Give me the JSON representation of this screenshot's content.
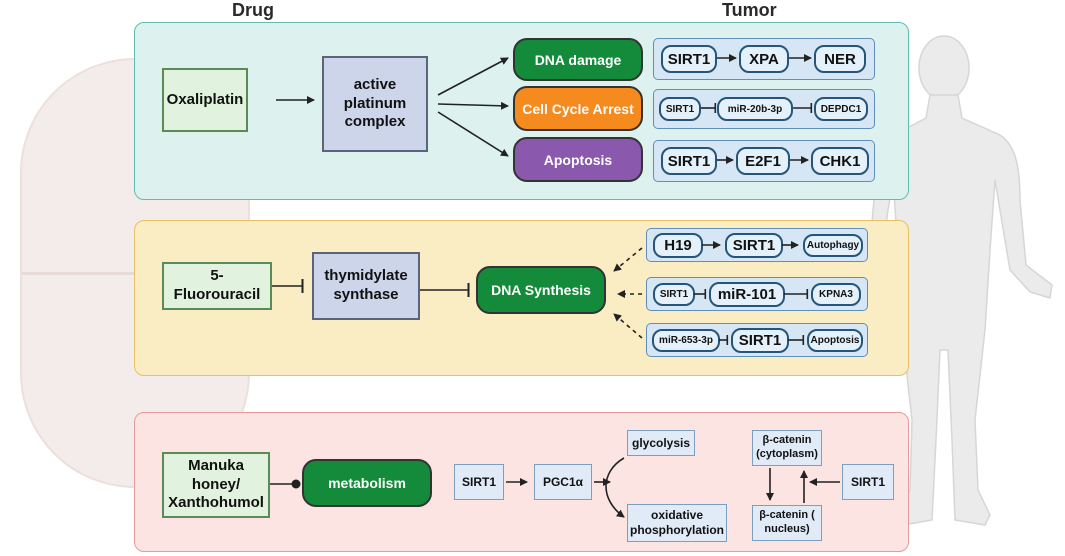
{
  "headers": {
    "drug": "Drug",
    "tumor": "Tumor"
  },
  "panel1": {
    "drug": "Oxaliplatin",
    "intermediate": "active platinum complex",
    "effects": [
      "DNA damage",
      "Cell Cycle Arrest",
      "Apoptosis"
    ],
    "pathway1": [
      "SIRT1",
      "XPA",
      "NER"
    ],
    "pathway2": [
      "SIRT1",
      "miR-20b-3p",
      "DEPDC1"
    ],
    "pathway3": [
      "SIRT1",
      "E2F1",
      "CHK1"
    ]
  },
  "panel2": {
    "drug": "5-\nFluorouracil",
    "intermediate": "thymidylate synthase",
    "effect": "DNA Synthesis",
    "pathway1": [
      "H19",
      "SIRT1",
      "Autophagy"
    ],
    "pathway2": [
      "SIRT1",
      "miR-101",
      "KPNA3"
    ],
    "pathway3": [
      "miR-653-3p",
      "SIRT1",
      "Apoptosis"
    ]
  },
  "panel3": {
    "drug": "Manuka honey/ Xanthohumol",
    "effect": "metabolism",
    "sirt1_left": "SIRT1",
    "pgc": "PGC1α",
    "glycolysis": "glycolysis",
    "oxphos": "oxidative phosphorylation",
    "bcat_cyto": "β-catenin (cytoplasm)",
    "bcat_nuc": "β-catenin ( nucleus)",
    "sirt1_right": "SIRT1"
  },
  "colors": {
    "panel1_bg": "#ddf2ef",
    "panel2_bg": "#faedc3",
    "panel3_bg": "#fbe4e2",
    "dna_damage": "#138b3a",
    "cell_cycle_arrest": "#f58a1f",
    "apoptosis": "#8a58ad"
  }
}
